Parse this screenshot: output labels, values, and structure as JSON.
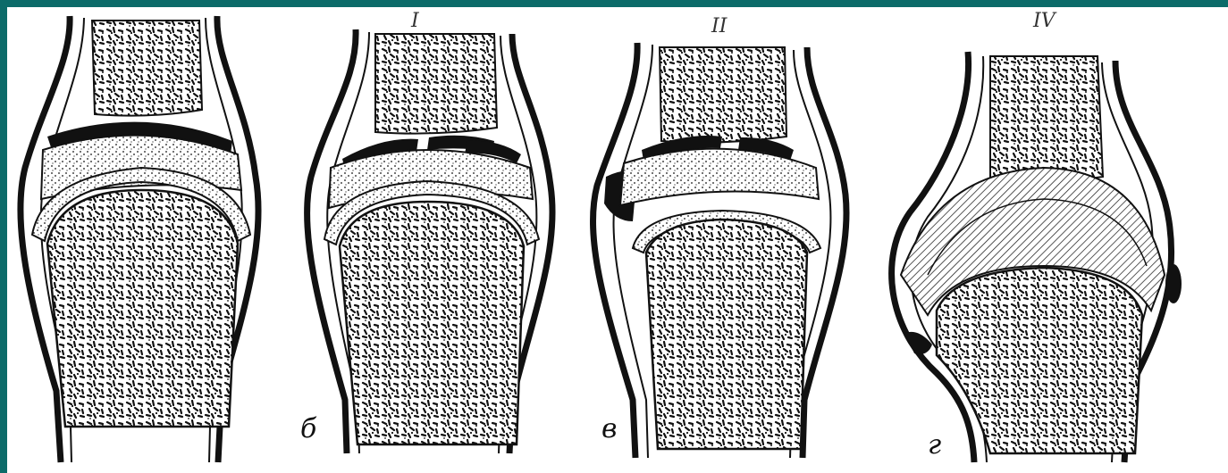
{
  "figure": {
    "panels": [
      {
        "id": "a",
        "label": "",
        "top_mark": ""
      },
      {
        "id": "b",
        "label": "б",
        "top_mark": "I"
      },
      {
        "id": "v",
        "label": "в",
        "top_mark": "II"
      },
      {
        "id": "g",
        "label": "г",
        "top_mark": "IV"
      }
    ],
    "colors": {
      "border": "#0c6b69",
      "ink": "#111111",
      "paper": "#ffffff"
    }
  }
}
